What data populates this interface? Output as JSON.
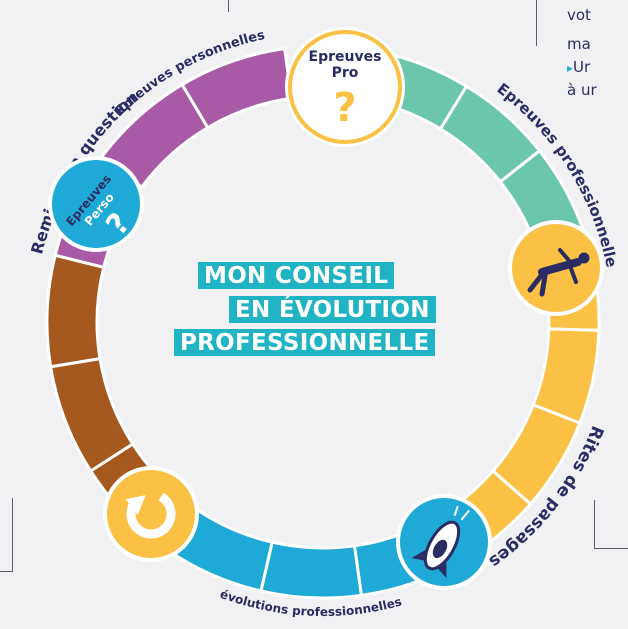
{
  "title": {
    "line1": "MON CONSEIL",
    "line2": "EN ÉVOLUTION",
    "line3": "PROFESSIONNELLE"
  },
  "segments": [
    {
      "label": "Epreuves professionnelle",
      "color": "#6cc6ac"
    },
    {
      "label": "Rites de passages",
      "color": "#fbc144"
    },
    {
      "label": "évolutions professionnelles",
      "color": "#1fa9d6"
    },
    {
      "label": "Remises en question",
      "color": "#a5591f"
    },
    {
      "label": "Epreuves personnelles",
      "color": "#a85aa7"
    }
  ],
  "badges": [
    {
      "name": "epreuves-pro-badge",
      "title_line1": "Epreuves",
      "title_line2": "Pro",
      "glyph": "?",
      "icon": "question-mark-icon"
    },
    {
      "name": "epreuves-perso-badge",
      "title_line1": "Epreuves",
      "title_line2": "Perso",
      "glyph": "?",
      "icon": "question-mark-icon"
    },
    {
      "name": "rites-badge",
      "icon": "falling-person-icon"
    },
    {
      "name": "evolution-badge",
      "icon": "rocket-icon"
    },
    {
      "name": "remises-badge",
      "icon": "refresh-icon"
    }
  ],
  "side_text": {
    "line1": "vot",
    "line2": "ma",
    "line3_bullet": "▸",
    "line3": "Ur",
    "line4": "à ur"
  },
  "colors": {
    "background": "#f1f1f3",
    "title_bg": "#1fb3c3",
    "title_text": "#ffffff",
    "label_text": "#2a2c64",
    "badge_border": "#fbc144",
    "badge_fill": "#ffffff",
    "navy": "#2a2c64"
  }
}
